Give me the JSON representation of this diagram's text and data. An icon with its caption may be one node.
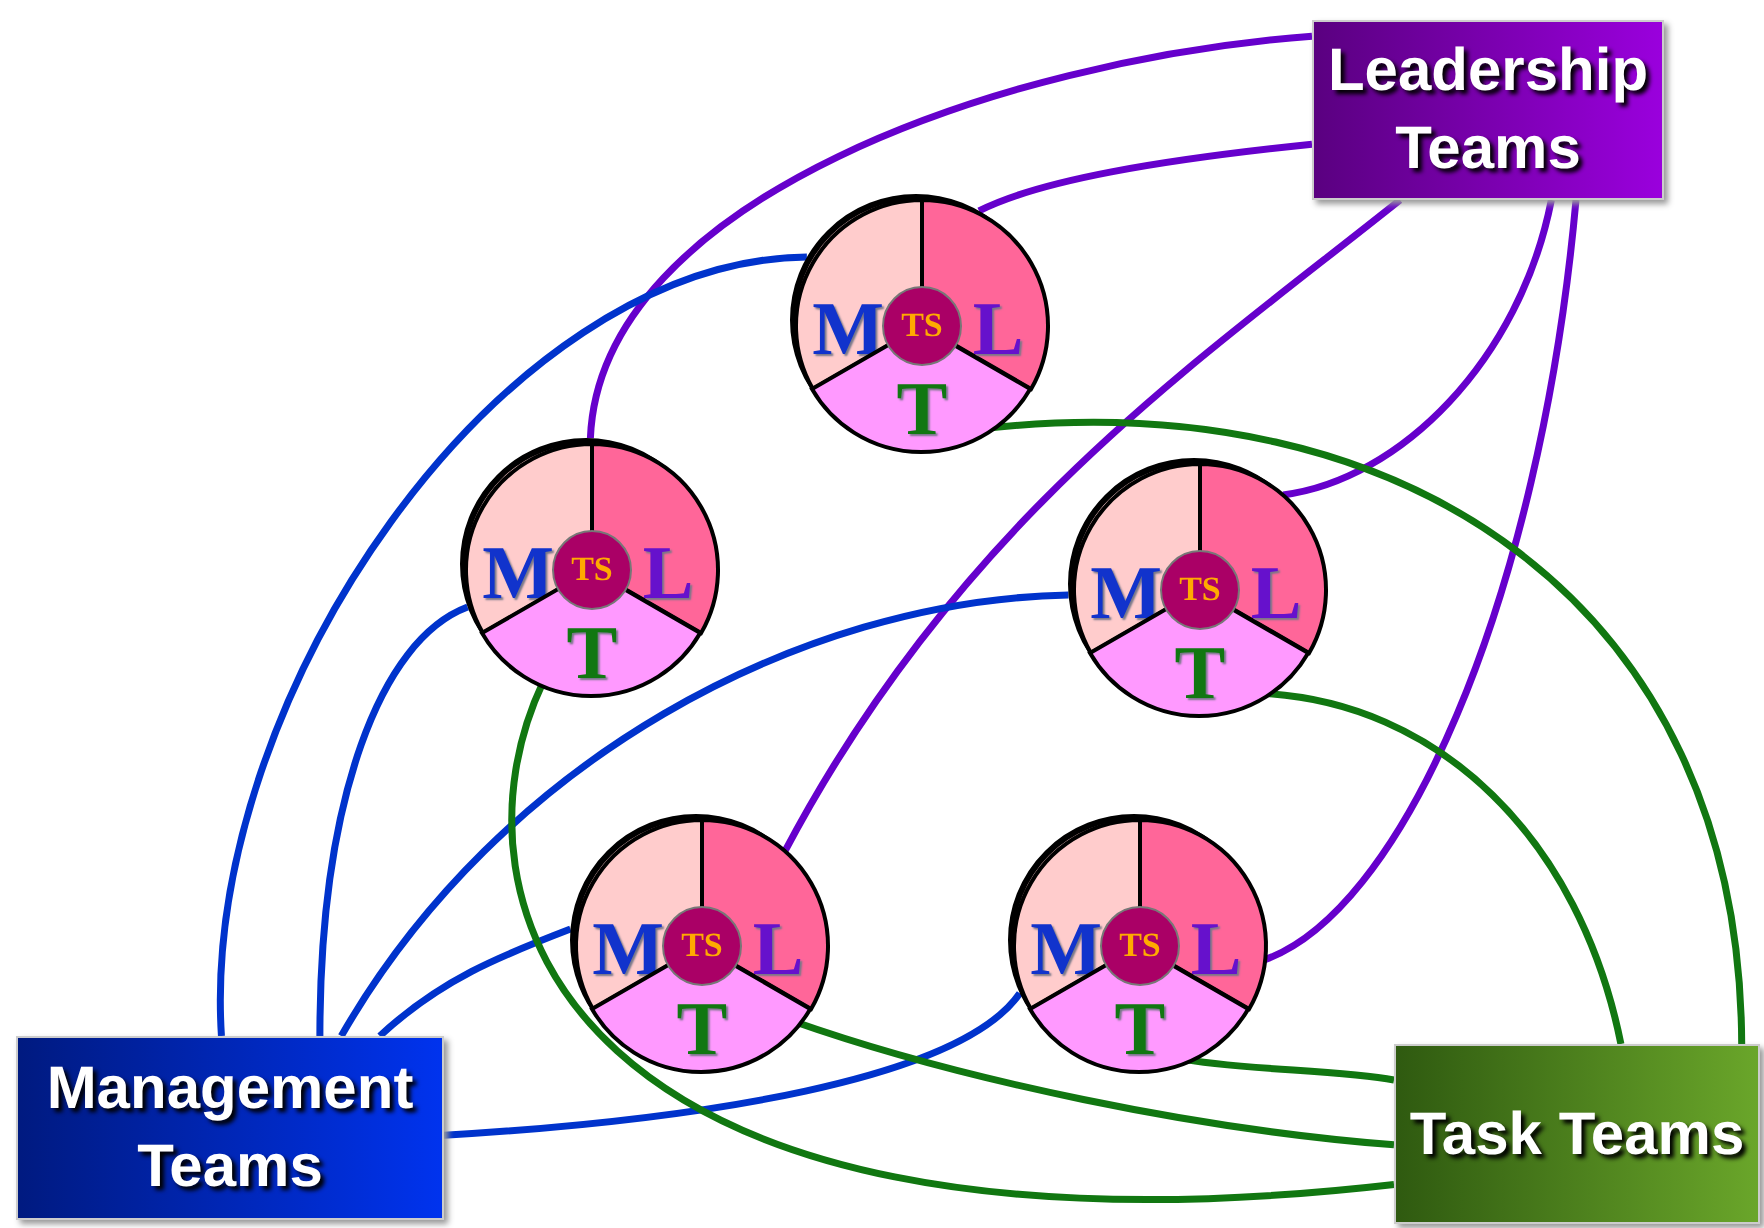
{
  "diagram": {
    "nodes": [
      {
        "text": [
          "Leadership Teams"
        ]
      },
      {
        "text": [],
        "shape": "circle"
      },
      {
        "text": [
          "M"
        ],
        "in": 1
      },
      {
        "text": [
          "TS"
        ],
        "in": 1
      },
      {
        "text": [
          "L"
        ],
        "in": 1
      },
      {
        "text": [
          "T"
        ],
        "in": 1
      },
      {
        "text": [],
        "shape": "circle"
      },
      {
        "text": [
          "M"
        ],
        "in": 6
      },
      {
        "text": [
          "TS"
        ],
        "in": 6
      },
      {
        "text": [
          "L"
        ],
        "in": 6
      },
      {
        "text": [
          "T"
        ],
        "in": 6
      },
      {
        "text": [],
        "shape": "circle"
      },
      {
        "text": [
          "M"
        ],
        "in": 11
      },
      {
        "text": [
          "TS"
        ],
        "in": 11
      },
      {
        "text": [
          "L"
        ],
        "in": 11
      },
      {
        "text": [
          "T"
        ],
        "in": 11
      },
      {
        "text": [],
        "shape": "circle"
      },
      {
        "text": [
          "M"
        ],
        "in": 16
      },
      {
        "text": [
          "TS"
        ],
        "in": 16
      },
      {
        "text": [
          "L"
        ],
        "in": 16
      },
      {
        "text": [
          "T"
        ],
        "in": 16
      },
      {
        "text": [],
        "shape": "circle"
      },
      {
        "text": [
          "M"
        ],
        "in": 21
      },
      {
        "text": [
          "TS"
        ],
        "in": 21
      },
      {
        "text": [
          "L"
        ],
        "in": 21
      },
      {
        "text": [
          "T"
        ],
        "in": 21
      },
      {
        "text": [
          "Management Teams"
        ]
      },
      {
        "text": [
          "Task Teams"
        ]
      }
    ],
    "edges": [
      {
        "from": 0,
        "to": 4,
        "arrow": "none",
        "color": "#6600cc"
      },
      {
        "from": 0,
        "to": 9,
        "arrow": "none",
        "color": "#6600cc"
      },
      {
        "from": 0,
        "to": 14,
        "arrow": "none",
        "color": "#6600cc"
      },
      {
        "from": 0,
        "to": 19,
        "arrow": "none",
        "color": "#6600cc"
      },
      {
        "from": 0,
        "to": 24,
        "arrow": "none",
        "color": "#6600cc"
      },
      {
        "from": 26,
        "to": 2,
        "arrow": "none",
        "color": "#0033cc"
      },
      {
        "from": 26,
        "to": 7,
        "arrow": "none",
        "color": "#0033cc"
      },
      {
        "from": 26,
        "to": 12,
        "arrow": "none",
        "color": "#0033cc"
      },
      {
        "from": 26,
        "to": 17,
        "arrow": "none",
        "color": "#0033cc"
      },
      {
        "from": 26,
        "to": 22,
        "arrow": "none",
        "color": "#0033cc"
      },
      {
        "from": 5,
        "to": 27,
        "arrow": "none",
        "color": "#117711"
      },
      {
        "from": 10,
        "to": 27,
        "arrow": "none",
        "color": "#117711"
      },
      {
        "from": 15,
        "to": 27,
        "arrow": "none",
        "color": "#117711"
      },
      {
        "from": 20,
        "to": 27,
        "arrow": "none",
        "color": "#117711"
      },
      {
        "from": 25,
        "to": 27,
        "arrow": "none",
        "color": "#117711"
      }
    ]
  }
}
